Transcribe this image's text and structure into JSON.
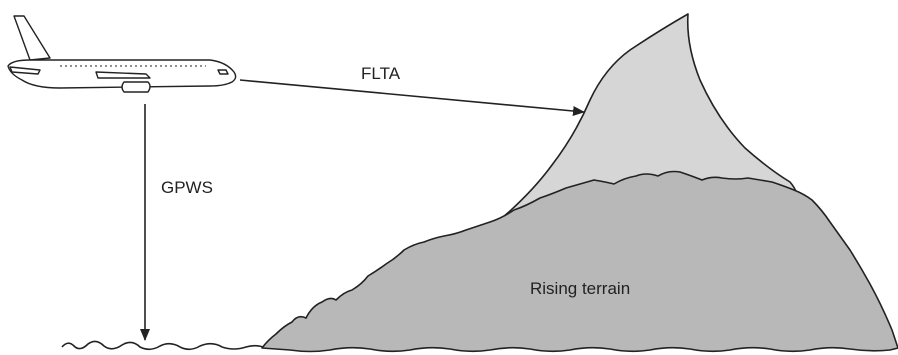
{
  "labels": {
    "flta": "FLTA",
    "gpws": "GPWS",
    "terrain": "Rising terrain"
  },
  "colors": {
    "background": "#ffffff",
    "outline": "#222222",
    "peak_fill": "#d6d6d6",
    "terrain_fill": "#b8b8b8",
    "aircraft_fill": "#ffffff"
  },
  "icons": {
    "aircraft": "airliner-side-view-icon"
  }
}
